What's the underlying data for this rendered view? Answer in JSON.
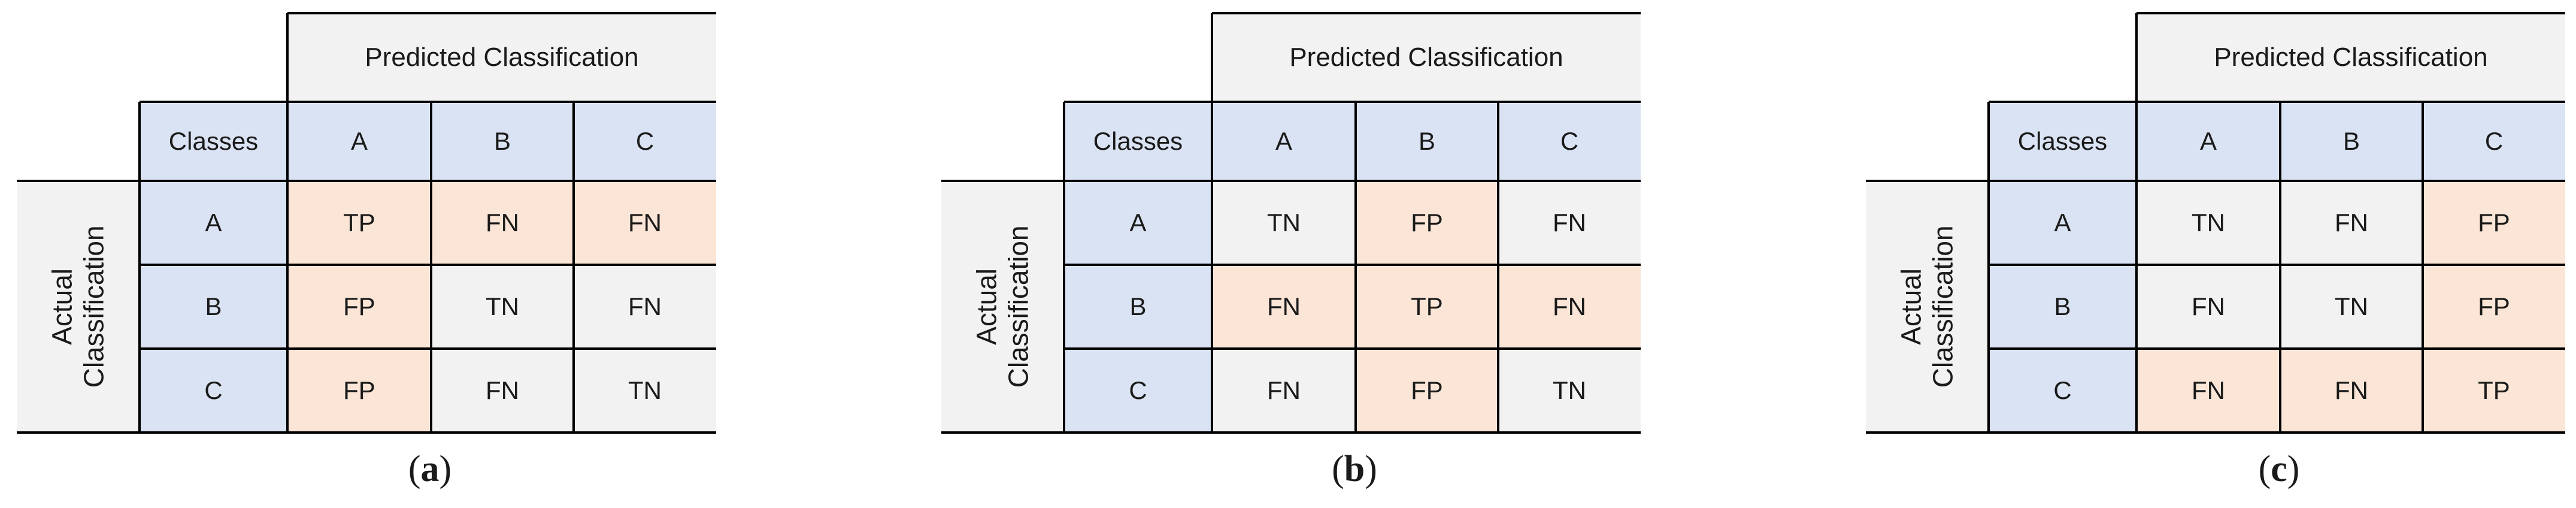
{
  "predicted_title": "Predicted Classification",
  "actual_title_line1": "Actual",
  "actual_title_line2": "Classification",
  "classes_header": "Classes",
  "classes": [
    "A",
    "B",
    "C"
  ],
  "colors": {
    "blue": "#dae3f3",
    "orange": "#fbe5d6",
    "gray": "#f2f2f2",
    "border": "#000000"
  },
  "panels": [
    {
      "caption_open": "(",
      "caption_letter": "a",
      "caption_close": ")",
      "rows": [
        {
          "cells": [
            {
              "text": "TP",
              "fill": "orange"
            },
            {
              "text": "FN",
              "fill": "orange"
            },
            {
              "text": "FN",
              "fill": "orange"
            }
          ]
        },
        {
          "cells": [
            {
              "text": "FP",
              "fill": "orange"
            },
            {
              "text": "TN",
              "fill": "gray"
            },
            {
              "text": "FN",
              "fill": "gray"
            }
          ]
        },
        {
          "cells": [
            {
              "text": "FP",
              "fill": "orange"
            },
            {
              "text": "FN",
              "fill": "gray"
            },
            {
              "text": "TN",
              "fill": "gray"
            }
          ]
        }
      ]
    },
    {
      "caption_open": "(",
      "caption_letter": "b",
      "caption_close": ")",
      "rows": [
        {
          "cells": [
            {
              "text": "TN",
              "fill": "gray"
            },
            {
              "text": "FP",
              "fill": "orange"
            },
            {
              "text": "FN",
              "fill": "gray"
            }
          ]
        },
        {
          "cells": [
            {
              "text": "FN",
              "fill": "orange"
            },
            {
              "text": "TP",
              "fill": "orange"
            },
            {
              "text": "FN",
              "fill": "orange"
            }
          ]
        },
        {
          "cells": [
            {
              "text": "FN",
              "fill": "gray"
            },
            {
              "text": "FP",
              "fill": "orange"
            },
            {
              "text": "TN",
              "fill": "gray"
            }
          ]
        }
      ]
    },
    {
      "caption_open": "(",
      "caption_letter": "c",
      "caption_close": ")",
      "rows": [
        {
          "cells": [
            {
              "text": "TN",
              "fill": "gray"
            },
            {
              "text": "FN",
              "fill": "gray"
            },
            {
              "text": "FP",
              "fill": "orange"
            }
          ]
        },
        {
          "cells": [
            {
              "text": "FN",
              "fill": "gray"
            },
            {
              "text": "TN",
              "fill": "gray"
            },
            {
              "text": "FP",
              "fill": "orange"
            }
          ]
        },
        {
          "cells": [
            {
              "text": "FN",
              "fill": "orange"
            },
            {
              "text": "FN",
              "fill": "orange"
            },
            {
              "text": "TP",
              "fill": "orange"
            }
          ]
        }
      ]
    }
  ]
}
